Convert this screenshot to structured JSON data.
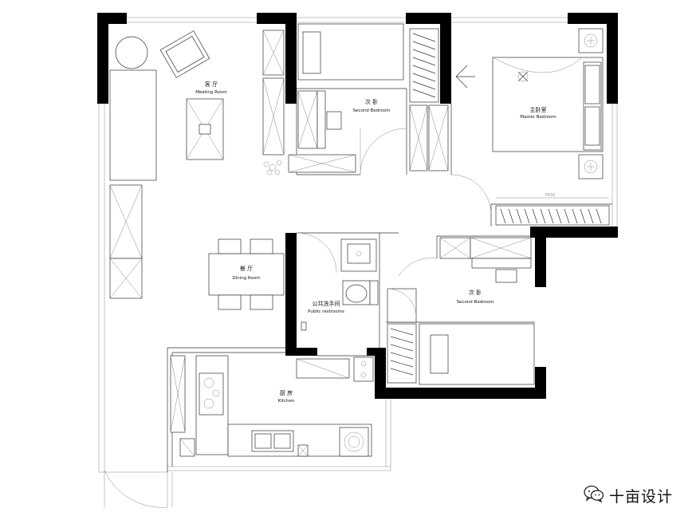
{
  "rooms": {
    "living": {
      "cn": "客 厅",
      "en": "Meeting Room"
    },
    "second_bedroom_top": {
      "cn": "次 卧",
      "en": "Second Bedroom"
    },
    "master": {
      "cn": "主卧室",
      "en": "Master Bedroom"
    },
    "dining": {
      "cn": "餐 厅",
      "en": "Dining Room"
    },
    "restroom": {
      "cn": "公共洗手间",
      "en": "Public restrooms"
    },
    "second_bedroom_bottom": {
      "cn": "次 卧",
      "en": "Second Bedroom"
    },
    "kitchen": {
      "cn": "厨 房",
      "en": "Kitchen"
    }
  },
  "dimension_label": "P650",
  "watermark": {
    "text": "十亩设计",
    "icon": "wechat-icon"
  }
}
